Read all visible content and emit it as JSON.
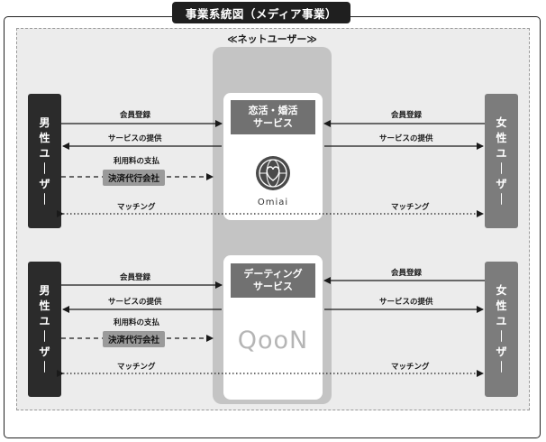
{
  "title": "事業系統図（メディア事業）",
  "network_label": "≪ネットユーザー≫",
  "male_user": [
    "男",
    "性",
    "ユ",
    "｜",
    "ザ",
    "｜"
  ],
  "female_user": [
    "女",
    "性",
    "ユ",
    "｜",
    "ザ",
    "｜"
  ],
  "section1": {
    "service_title": [
      "恋活・婚活",
      "サービス"
    ],
    "logo_text": "Omiai",
    "labels": {
      "signup_left": "会員登録",
      "provide_left": "サービスの提供",
      "payment": "利用料の支払",
      "agent": "決済代行会社",
      "matching_left": "マッチング",
      "signup_right": "会員登録",
      "provide_right": "サービスの提供",
      "matching_right": "マッチング"
    }
  },
  "section2": {
    "service_title": [
      "デーティング",
      "サービス"
    ],
    "logo_text": "QooN",
    "labels": {
      "signup_left": "会員登録",
      "provide_left": "サービスの提供",
      "payment": "利用料の支払",
      "agent": "決済代行会社",
      "matching_left": "マッチング",
      "signup_right": "会員登録",
      "provide_right": "サービスの提供",
      "matching_right": "マッチング"
    }
  },
  "colors": {
    "dark": "#2b2b2b",
    "mid": "#717171",
    "light": "#c4c4c4",
    "bg": "#ececec"
  }
}
